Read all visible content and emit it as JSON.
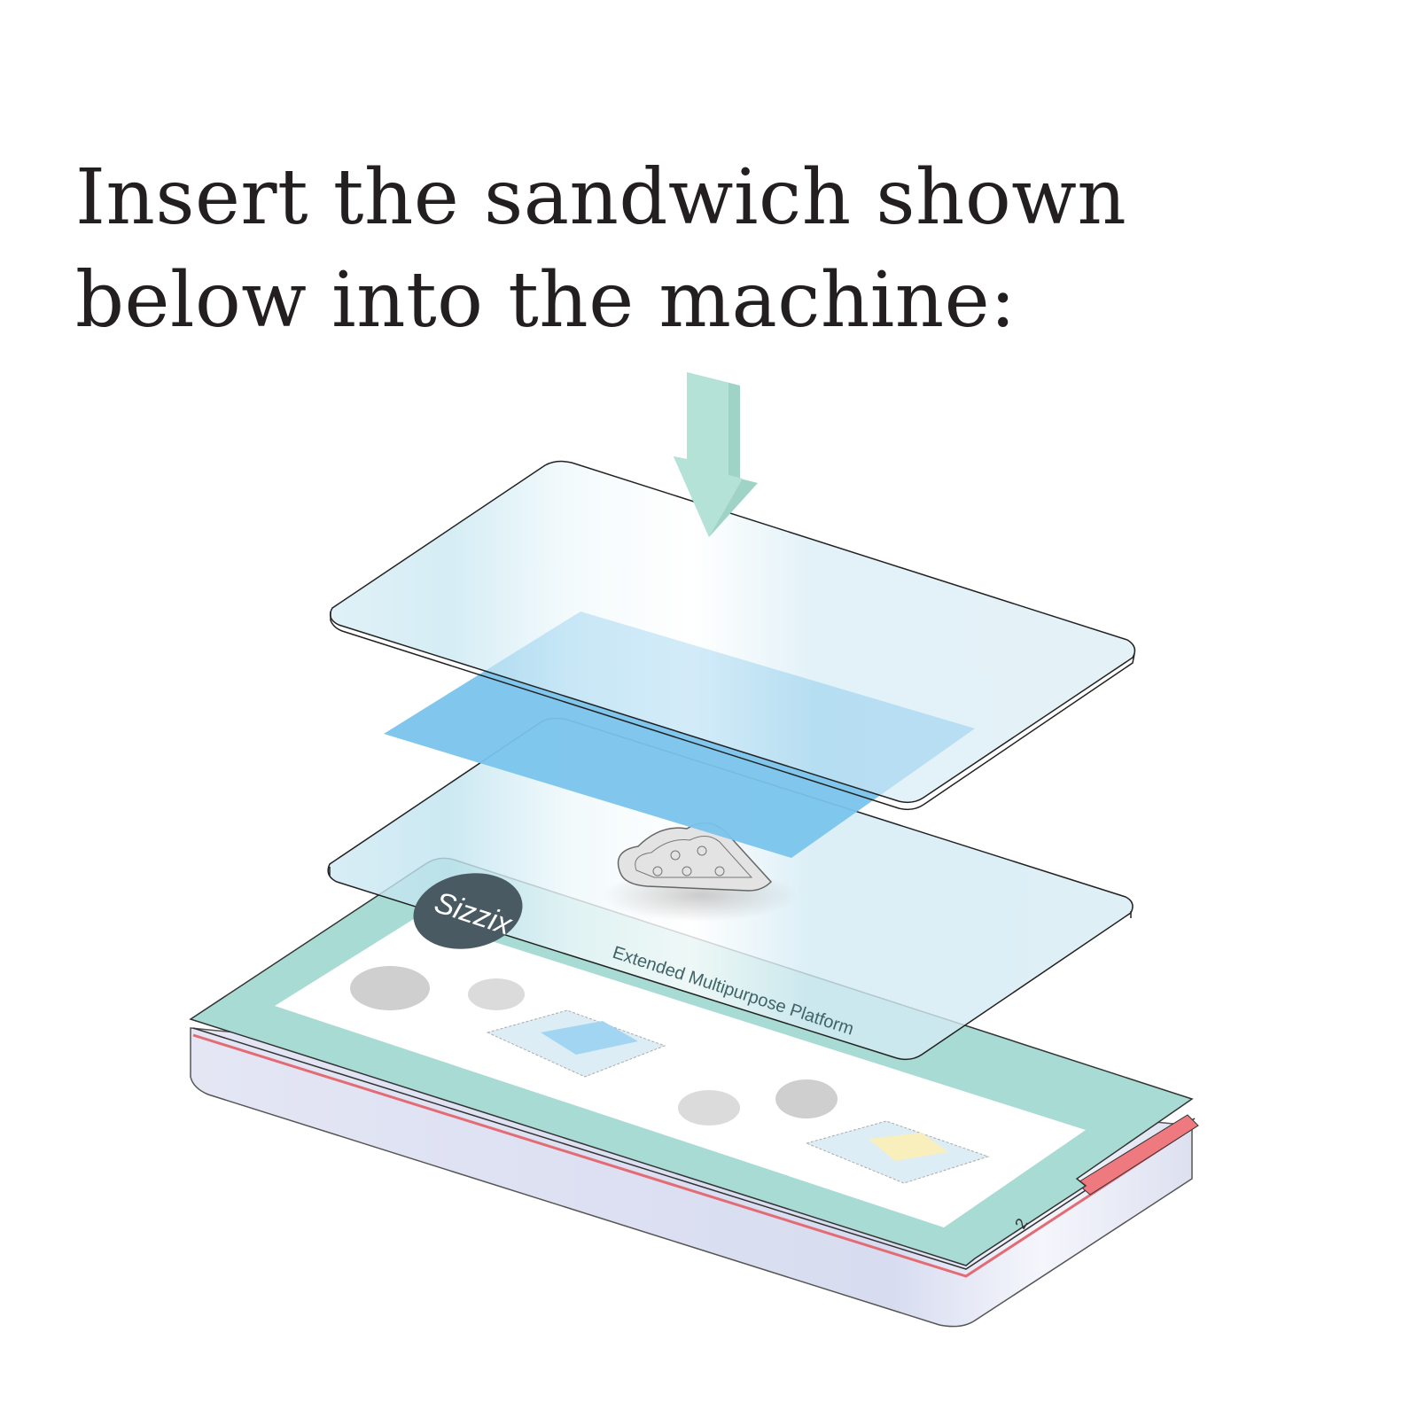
{
  "instruction": {
    "line1": "Insert the sandwich shown",
    "line2": "below into the machine:"
  },
  "platform": {
    "brand": "Sizzix",
    "title": "Extended Multipurpose Platform",
    "page_number": "2"
  },
  "colors": {
    "arrow": "#a9dccf",
    "plate": "#d6ebf4",
    "paper": "#7ac4ec",
    "mat": "#a8dbd3",
    "base": "#dde0f0",
    "tab": "#ee7a80"
  }
}
